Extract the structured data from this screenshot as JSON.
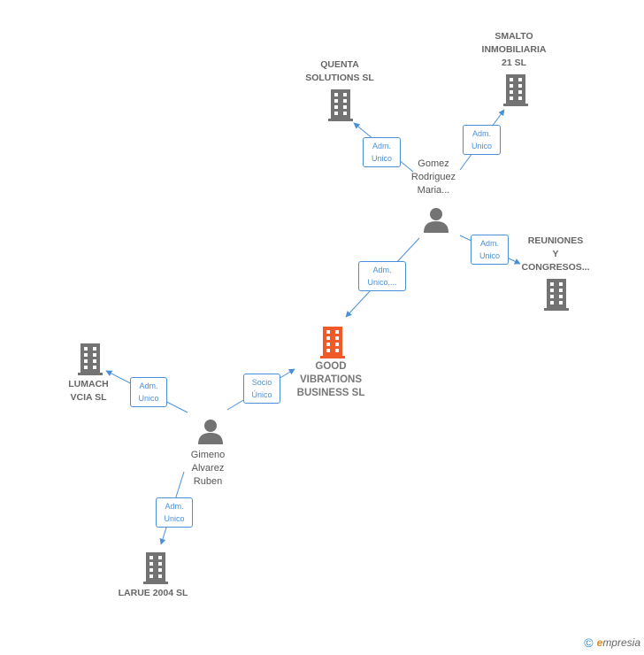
{
  "colors": {
    "company": "#737373",
    "main_company": "#f05a28",
    "person": "#737373",
    "relation": "#4a90d9"
  },
  "nodes": {
    "quenta": {
      "label_1": "QUENTA",
      "label_2": "SOLUTIONS SL",
      "icon": "building-icon"
    },
    "smalto": {
      "label_1": "SMALTO",
      "label_2": "INMOBILIARIA",
      "label_3": "21 SL",
      "icon": "building-icon"
    },
    "reuniones": {
      "label_1": "REUNIONES",
      "label_2": "Y",
      "label_3": "CONGRESOS...",
      "icon": "building-icon"
    },
    "good": {
      "label_1": "GOOD",
      "label_2": "VIBRATIONS",
      "label_3": "BUSINESS SL",
      "icon": "building-icon"
    },
    "lumach": {
      "label_1": "LUMACH",
      "label_2": "VCIA SL",
      "icon": "building-icon"
    },
    "larue": {
      "label_1": "LARUE 2004 SL",
      "icon": "building-icon"
    },
    "gomez": {
      "label_1": "Gomez",
      "label_2": "Rodriguez",
      "label_3": "Maria...",
      "icon": "person-icon"
    },
    "gimeno": {
      "label_1": "Gimeno",
      "label_2": "Alvarez",
      "label_3": "Ruben",
      "icon": "person-icon"
    }
  },
  "relations": {
    "gomez_quenta": {
      "line_1": "Adm.",
      "line_2": "Unico"
    },
    "gomez_smalto": {
      "line_1": "Adm.",
      "line_2": "Unico"
    },
    "gomez_reuniones": {
      "line_1": "Adm.",
      "line_2": "Unico"
    },
    "gomez_good": {
      "line_1": "Adm.",
      "line_2": "Unico,..."
    },
    "gimeno_good": {
      "line_1": "Socio",
      "line_2": "Único"
    },
    "gimeno_lumach": {
      "line_1": "Adm.",
      "line_2": "Unico"
    },
    "gimeno_larue": {
      "line_1": "Adm.",
      "line_2": "Unico"
    }
  },
  "footer": {
    "copyright": "©",
    "brand_initial": "e",
    "brand_rest": "mpresia"
  }
}
